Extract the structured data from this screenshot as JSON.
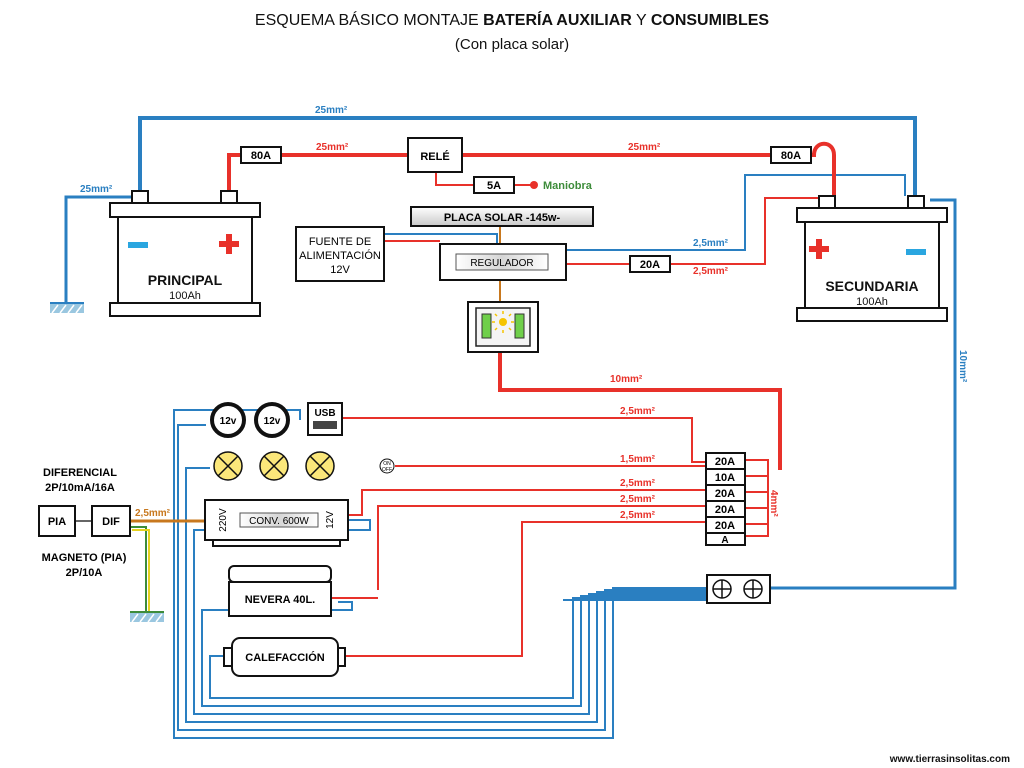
{
  "title": {
    "prefix": "ESQUEMA BÁSICO MONTAJE ",
    "bold1": "BATERÍA AUXILIAR",
    "mid": " Y ",
    "bold2": "CONSUMIBLES",
    "subtitle": "(Con placa solar)"
  },
  "colors": {
    "red": "#e8312a",
    "blue": "#2a7fc1",
    "orange": "#c8781e",
    "green": "#3d8c3a",
    "yellow": "#e6d21e"
  },
  "wires": {
    "top_blue": "25mm²",
    "left_blue": "25mm²",
    "relay_left": "25mm²",
    "relay_right": "25mm²",
    "reg_blue": "2,5mm²",
    "reg_red": "2,5mm²",
    "ten_red": "10mm²",
    "ten_blue": "10mm²",
    "usb_line": "2,5mm²",
    "lamp_line": "1,5mm²",
    "inv_line1": "2,5mm²",
    "inv_line2": "2,5mm²",
    "inv_line3": "2,5mm²",
    "pia_line": "2,5mm²",
    "four": "4mm²"
  },
  "components": {
    "fuse_left": "80A",
    "fuse_right": "80A",
    "relay": "RELÉ",
    "fuse_5a": "5A",
    "maniobra": "Maniobra",
    "solar": "PLACA SOLAR -145w-",
    "psu": [
      "FUENTE DE",
      "ALIMENTACIÓN",
      "12V"
    ],
    "regulator": "REGULADOR",
    "fuse_20a": "20A",
    "battery_main_name": "PRINCIPAL",
    "battery_main_cap": "100Ah",
    "battery_aux_name": "SECUNDARIA",
    "battery_aux_cap": "100Ah",
    "socket1": "12v",
    "socket2": "12v",
    "usb": "USB",
    "switch": [
      "ON",
      "OFF"
    ],
    "fusebox": [
      "20A",
      "10A",
      "20A",
      "20A",
      "20A",
      "A"
    ],
    "diferencial": [
      "DIFERENCIAL",
      "2P/10mA/16A"
    ],
    "pia": "PIA",
    "dif": "DIF",
    "magneto": [
      "MAGNETO (PIA)",
      "2P/10A"
    ],
    "inverter": "CONV. 600W",
    "inv_in": "12V",
    "inv_out": "220V",
    "fridge": "NEVERA 40L.",
    "heater": "CALEFACCIÓN"
  },
  "footer": "www.tierrasinsolitas.com"
}
